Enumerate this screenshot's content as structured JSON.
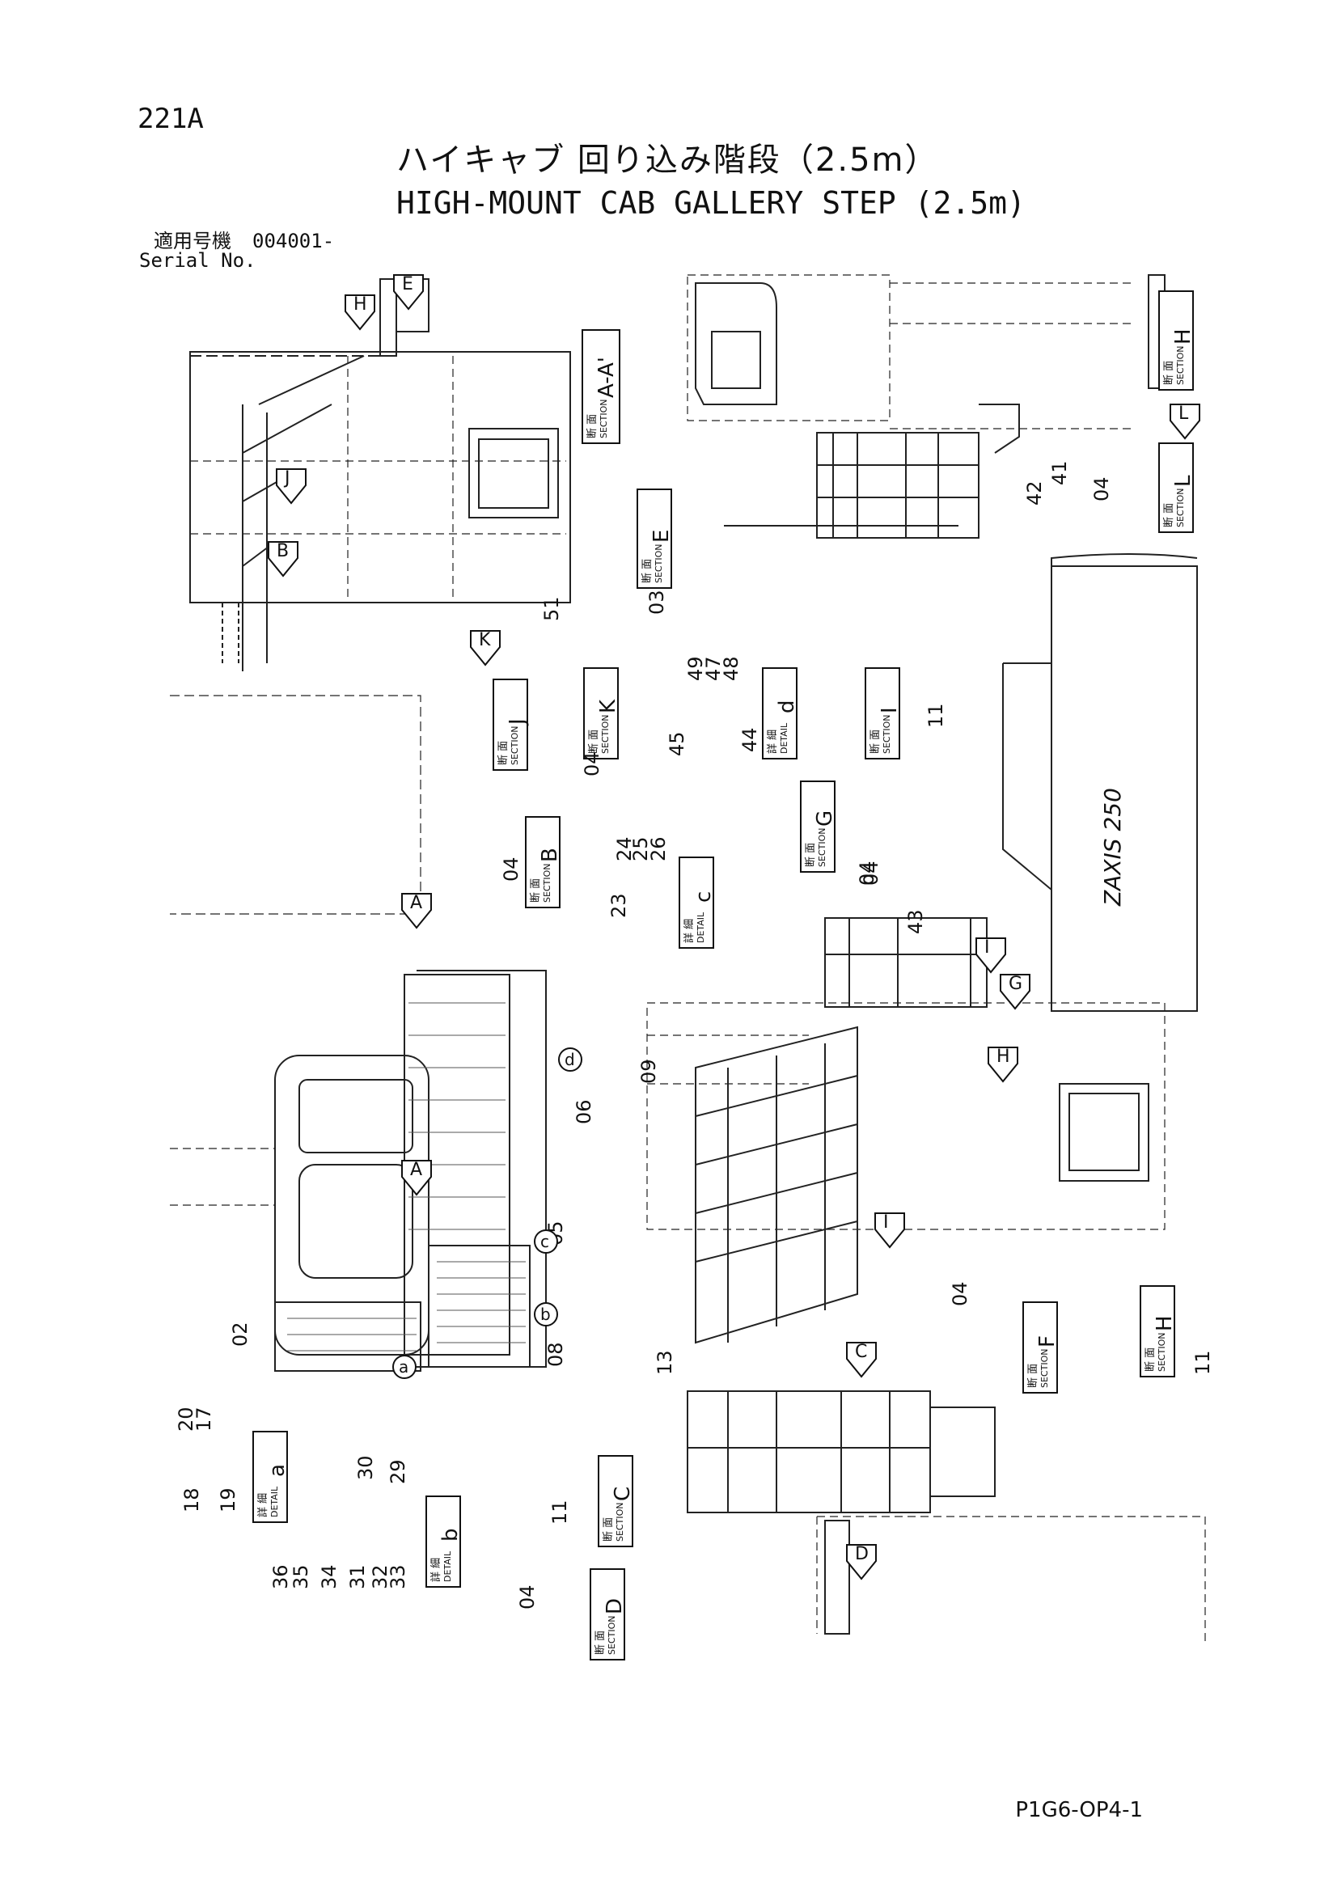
{
  "header": {
    "page_number": "221A",
    "title_ja": "ハイキャブ 回り込み階段（2.5m）",
    "title_en": "HIGH-MOUNT CAB GALLERY STEP (2.5m)",
    "serial_label_ja": "適用号機",
    "serial_value": "004001-",
    "serial_label_en": "Serial No."
  },
  "footer": {
    "code": "P1G6-OP4-1"
  },
  "view_labels": [
    {
      "id": "a-a",
      "ja": "断 面",
      "en": "SECTION",
      "key": "A-A'"
    },
    {
      "id": "e",
      "ja": "断 面",
      "en": "SECTION",
      "key": "E"
    },
    {
      "id": "h-top",
      "ja": "断 面",
      "en": "SECTION",
      "key": "H"
    },
    {
      "id": "l",
      "ja": "断 面",
      "en": "SECTION",
      "key": "L"
    },
    {
      "id": "j",
      "ja": "断 面",
      "en": "SECTION",
      "key": "J"
    },
    {
      "id": "k",
      "ja": "断 面",
      "en": "SECTION",
      "key": "K"
    },
    {
      "id": "d-detail",
      "ja": "詳 細",
      "en": "DETAIL",
      "key": "d"
    },
    {
      "id": "i",
      "ja": "断 面",
      "en": "SECTION",
      "key": "I"
    },
    {
      "id": "b",
      "ja": "断 面",
      "en": "SECTION",
      "key": "B"
    },
    {
      "id": "c-detail",
      "ja": "詳 細",
      "en": "DETAIL",
      "key": "c"
    },
    {
      "id": "g",
      "ja": "断 面",
      "en": "SECTION",
      "key": "G"
    },
    {
      "id": "f",
      "ja": "断 面",
      "en": "SECTION",
      "key": "F"
    },
    {
      "id": "h-bottom",
      "ja": "断 面",
      "en": "SECTION",
      "key": "H"
    },
    {
      "id": "a-detail",
      "ja": "詳 細",
      "en": "DETAIL",
      "key": "a"
    },
    {
      "id": "b-detail",
      "ja": "詳 細",
      "en": "DETAIL",
      "key": "b"
    },
    {
      "id": "c",
      "ja": "断 面",
      "en": "SECTION",
      "key": "C"
    },
    {
      "id": "d",
      "ja": "断 面",
      "en": "SECTION",
      "key": "D"
    }
  ],
  "part_numbers": [
    "51",
    "03",
    "41",
    "42",
    "04",
    "04",
    "49",
    "47",
    "48",
    "45",
    "44",
    "11",
    "04",
    "04",
    "24",
    "25",
    "26",
    "23",
    "04",
    "43",
    "09",
    "06",
    "05",
    "02",
    "08",
    "13",
    "04",
    "11",
    "20",
    "17",
    "18",
    "19",
    "30",
    "29",
    "36",
    "35",
    "34",
    "31",
    "32",
    "33",
    "11",
    "04"
  ],
  "view_arrows": [
    "H",
    "E",
    "J",
    "B",
    "K",
    "L",
    "A",
    "A",
    "I",
    "G",
    "H",
    "I",
    "C",
    "D"
  ],
  "detail_circles": [
    "a",
    "b",
    "c",
    "d"
  ],
  "logo_text": "ZAXIS 250"
}
